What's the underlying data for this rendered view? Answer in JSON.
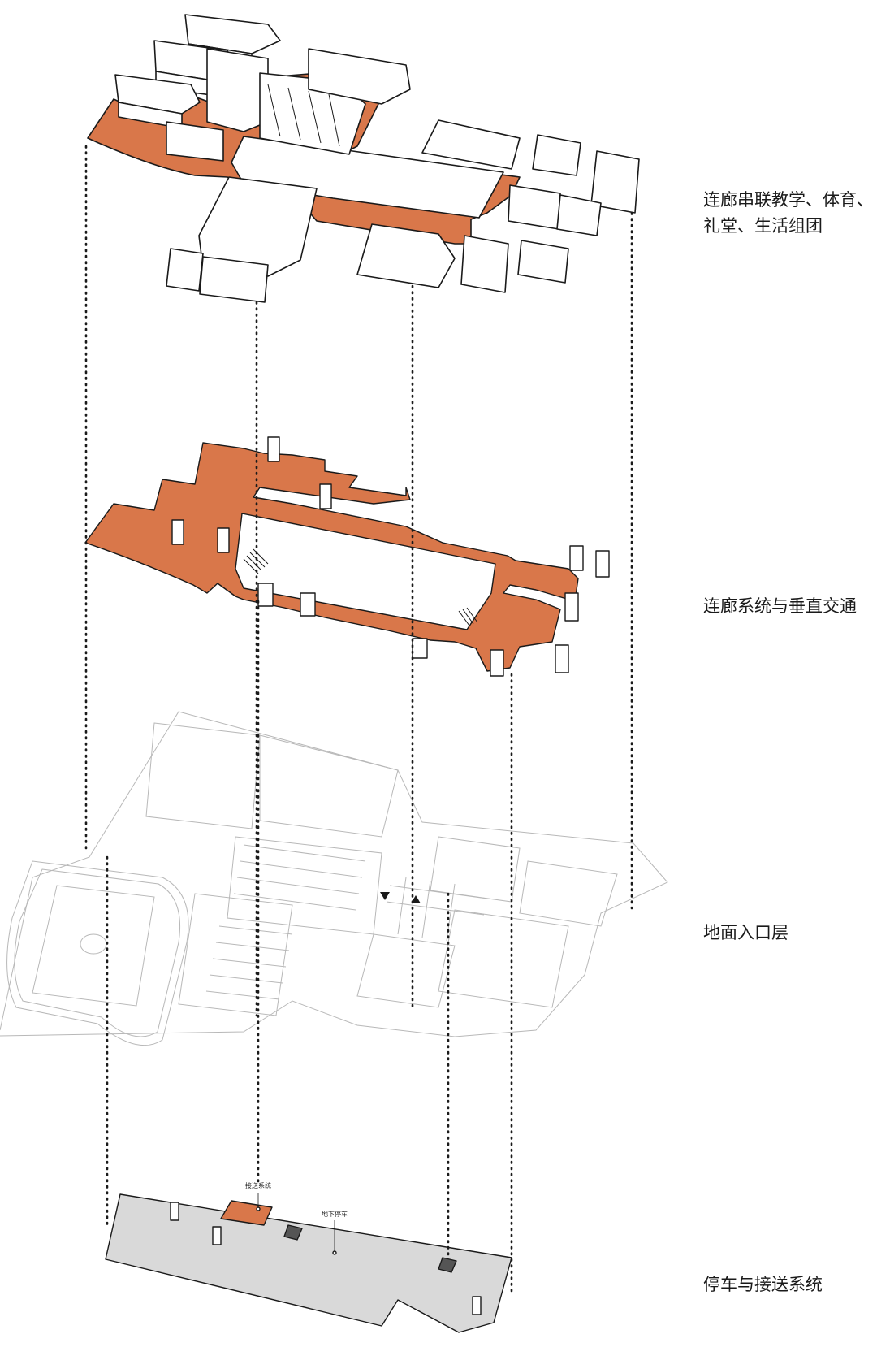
{
  "labels": {
    "top_line1": "连廊串联教学、体育、",
    "top_line2": "礼堂、生活组团",
    "corridor": "连廊系统与垂直交通",
    "ground": "地面入口层",
    "parking": "停车与接送系统"
  },
  "annotations": {
    "dropoff": "接送系统",
    "underground": "地下停车"
  },
  "colors": {
    "accent": "#d9774a",
    "outline": "#1a1a1a",
    "plan_line": "#b8b8b8",
    "parking_fill": "#d9d9d9"
  }
}
